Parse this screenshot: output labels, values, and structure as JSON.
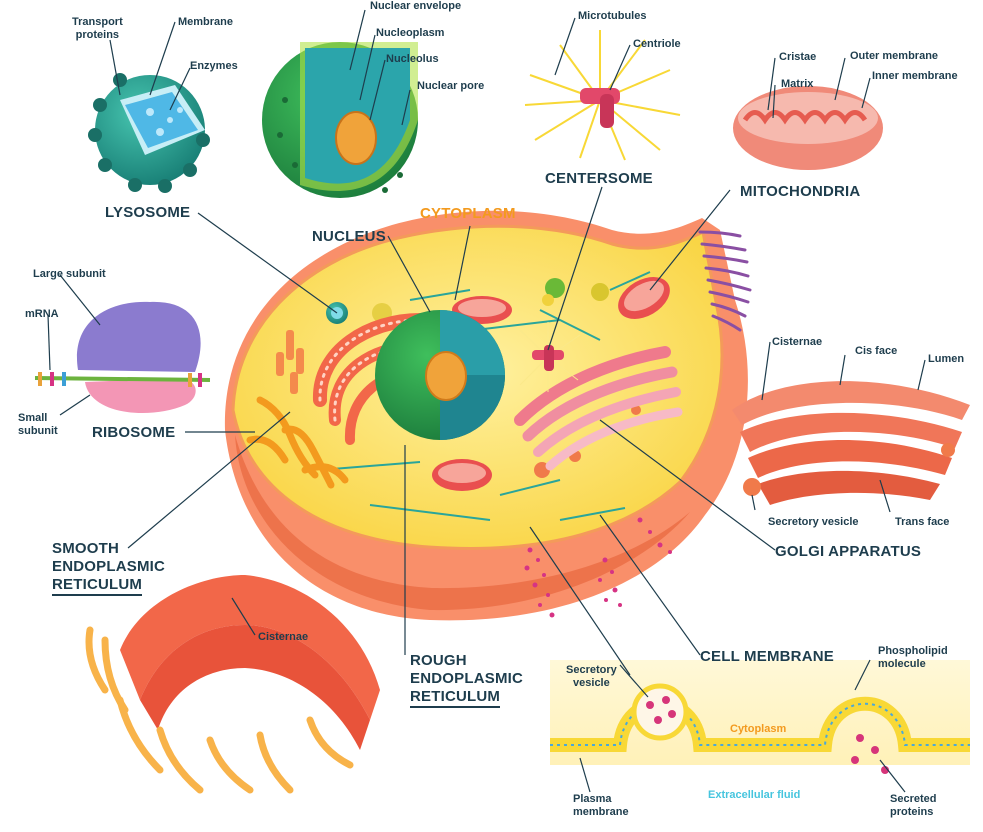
{
  "organelles": {
    "lysosome": {
      "title": "LYSOSOME",
      "transport_proteins": "Transport\nproteins",
      "membrane": "Membrane",
      "enzymes": "Enzymes"
    },
    "nucleus": {
      "title": "NUCLEUS",
      "envelope": "Nuclear envelope",
      "nucleoplasm": "Nucleoplasm",
      "nucleolus": "Nucleolus",
      "pore": "Nuclear pore"
    },
    "centersome": {
      "title": "CENTERSOME",
      "microtubules": "Microtubules",
      "centriole": "Centriole"
    },
    "mitochondria": {
      "title": "MITOCHONDRIA",
      "cristae": "Cristae",
      "matrix": "Matrix",
      "outer": "Outer membrane",
      "inner": "Inner membrane"
    },
    "cytoplasm": {
      "title": "CYTOPLASM"
    },
    "ribosome": {
      "title": "RIBOSOME",
      "large": "Large subunit",
      "mrna": "mRNA",
      "small": "Small\nsubunit"
    },
    "golgi": {
      "title": "GOLGI APPARATUS",
      "cisternae": "Cisternae",
      "cis": "Cis face",
      "lumen": "Lumen",
      "vesicle": "Secretory vesicle",
      "trans": "Trans face"
    },
    "smooth_er": {
      "l1": "SMOOTH",
      "l2": "ENDOPLASMIC",
      "l3": "RETICULUM"
    },
    "rough_er": {
      "l1": "ROUGH",
      "l2": "ENDOPLASMIC",
      "l3": "RETICULUM",
      "cisternae": "Cisternae"
    },
    "membrane": {
      "title": "CELL MEMBRANE",
      "secretory": "Secretory\nvesicle",
      "phospholipid": "Phospholipid\nmolecule",
      "cytoplasm": "Cytoplasm",
      "plasma": "Plasma\nmembrane",
      "extracellular": "Extracellular fluid",
      "secreted": "Secreted\nproteins"
    }
  },
  "colors": {
    "label": "#1e3d4d",
    "accent_orange": "#f39a1e",
    "accent_blue": "#46c5de",
    "cell_body": "#f98f6a",
    "cytoplasm_fill": "#fce566"
  }
}
